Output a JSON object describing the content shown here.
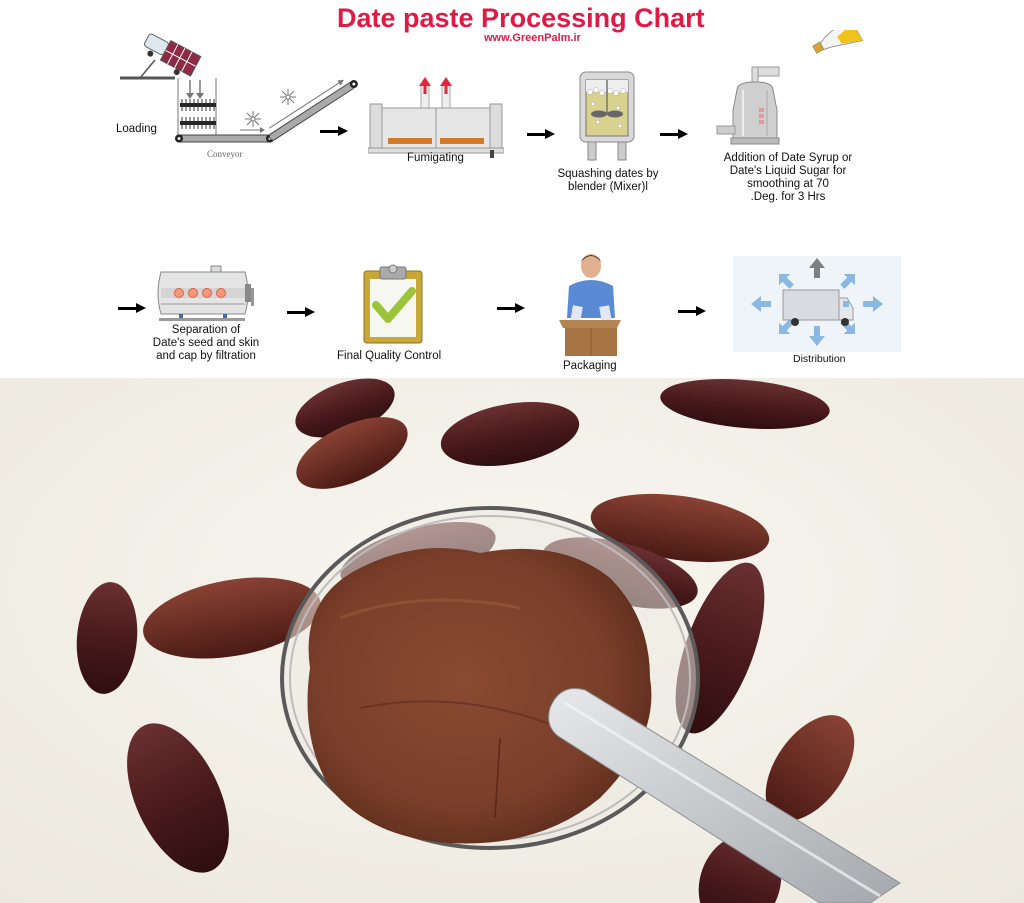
{
  "header": {
    "title": "Date paste Processing Chart",
    "website": "www.GreenPalm.ir"
  },
  "steps": [
    {
      "id": "loading",
      "label": "Loading",
      "sublabel": "Conveyor"
    },
    {
      "id": "fumigating",
      "label": "Fumigating"
    },
    {
      "id": "squashing",
      "label_lines": [
        "Squashing dates by",
        "blender (Mixer)l"
      ]
    },
    {
      "id": "syrup",
      "label_lines": [
        "Addition of Date Syrup or",
        "Date's Liquid Sugar for",
        "smoothing at 70",
        ".Deg. for 3 Hrs"
      ]
    },
    {
      "id": "separation",
      "label_lines": [
        "Separation of",
        "Date's seed and skin",
        "and cap by filtration"
      ]
    },
    {
      "id": "quality",
      "label": "Final Quality Control"
    },
    {
      "id": "packaging",
      "label": "Packaging"
    },
    {
      "id": "distribution",
      "label": "Distribution"
    }
  ],
  "colors": {
    "title": "#e01a45",
    "arrow": "#000000",
    "date_fruit": "#4a1a1c",
    "date_paste": "#7a3f2a",
    "background_photo": "#f4f1ea",
    "distribution_bg": "#eef4f8",
    "distribution_arrows": "#8ab8e0",
    "clipboard": "#c9a83a",
    "checkmark": "#9cc43a"
  },
  "photo": {
    "subject": "date paste in glass bowl with butter knife, surrounded by dates"
  }
}
